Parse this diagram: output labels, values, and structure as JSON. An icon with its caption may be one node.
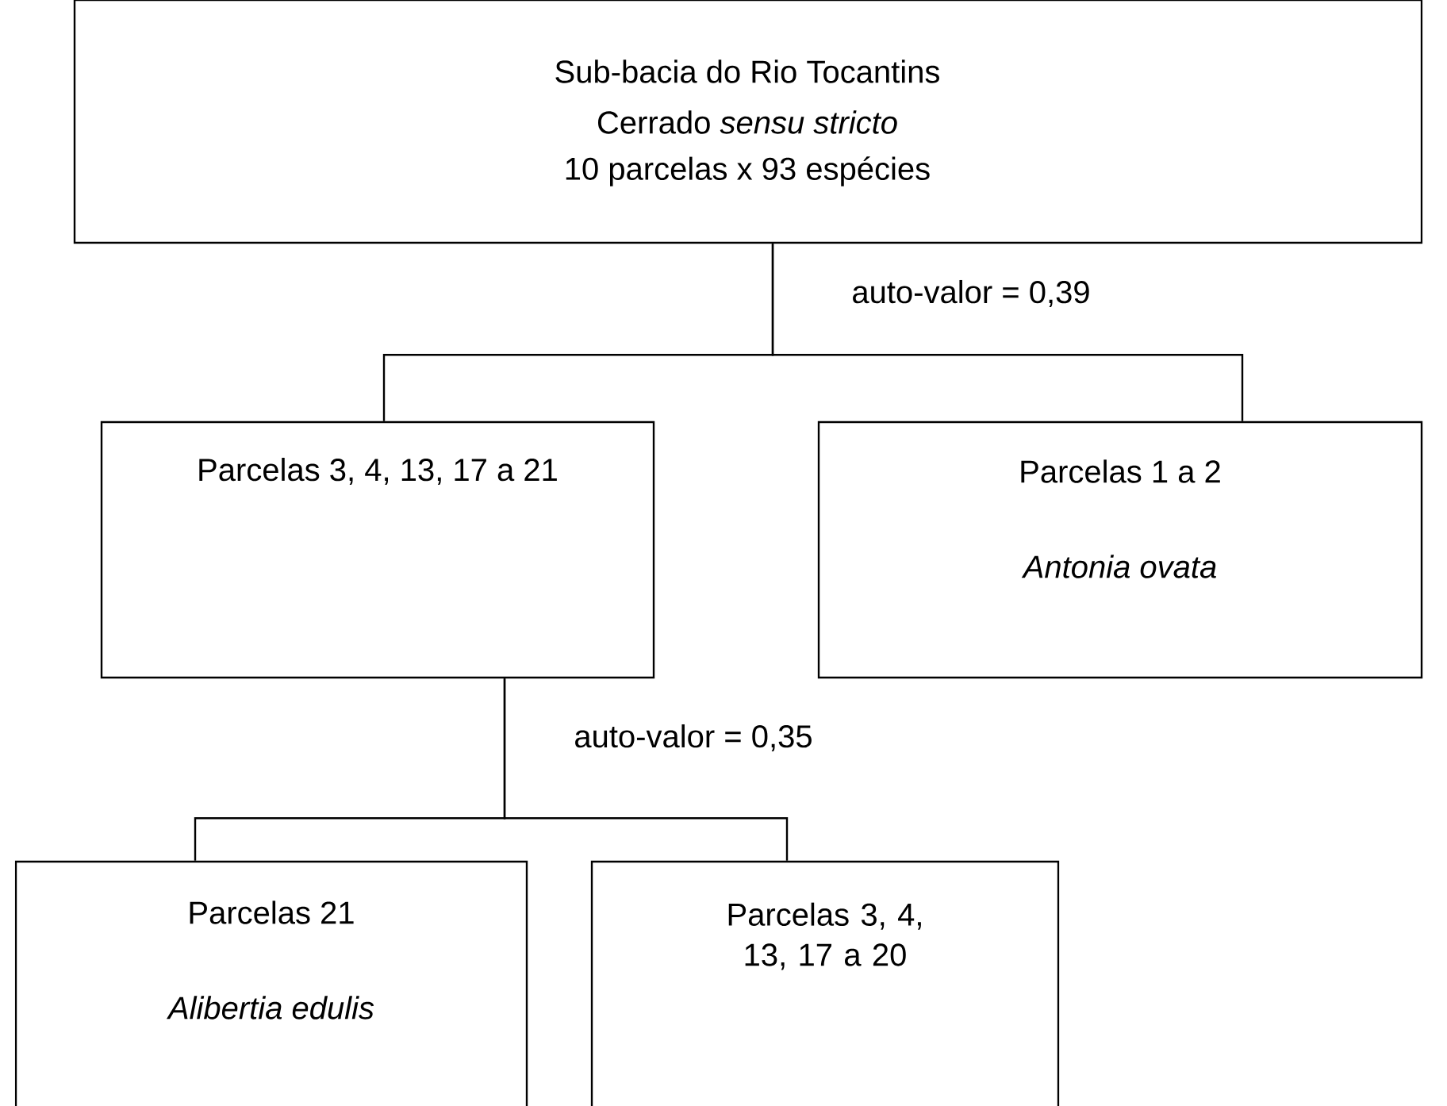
{
  "diagram": {
    "nodes": [
      {
        "text": [
          "Sub-bacia do Rio Tocantins",
          "Cerrado *sensu stricto*",
          "10 parcelas x 93 espécies"
        ]
      },
      {
        "text": [
          "Parcelas 3, 4, 13, 17 a 21"
        ]
      },
      {
        "text": [
          "Parcelas 1 a 2",
          "Antonia ovata"
        ]
      },
      {
        "text": [
          "Parcelas 21",
          "Alibertia edulis"
        ]
      },
      {
        "text": [
          "Parcelas 3, 4, 13, 17 a 20"
        ]
      }
    ],
    "edges": [
      {
        "from": 0,
        "to": 1,
        "arrow": "none",
        "label": "auto-valor = 0,39"
      },
      {
        "from": 0,
        "to": 2,
        "arrow": "none"
      },
      {
        "from": 1,
        "to": 3,
        "arrow": "none",
        "label": "auto-valor = 0,35"
      },
      {
        "from": 1,
        "to": 4,
        "arrow": "none"
      }
    ]
  }
}
